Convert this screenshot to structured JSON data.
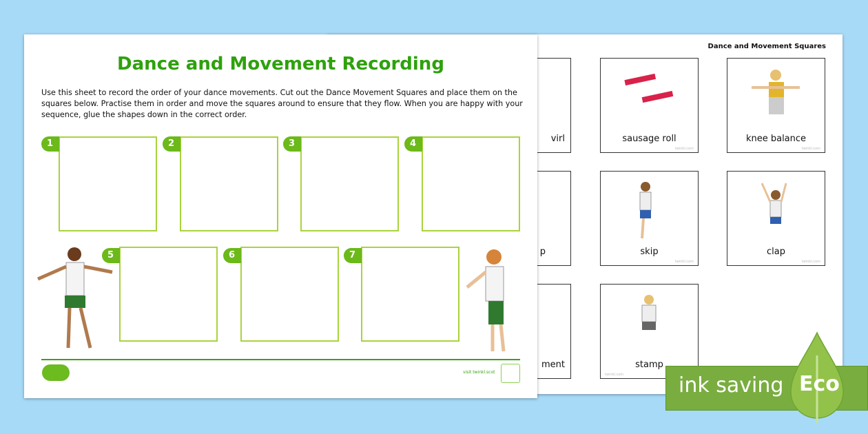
{
  "worksheet": {
    "title": "Dance and Movement Recording",
    "instructions": "Use this sheet to record the order of your dance movements. Cut out the Dance Movement Squares and place them on the squares below. Practise them in order and move the squares around to ensure that they flow. When you are happy with your sequence, glue the shapes down in the correct order.",
    "squares": [
      "1",
      "2",
      "3",
      "4",
      "5",
      "6",
      "7"
    ],
    "footer_link": "visit twinkl.scot",
    "logo": "twinkl"
  },
  "squares_sheet": {
    "title": "Dance and Movement Squares",
    "cards": [
      {
        "label": "virl",
        "partial": true
      },
      {
        "label": "sausage roll"
      },
      {
        "label": "knee balance"
      },
      {
        "label": "p",
        "partial": true
      },
      {
        "label": "skip"
      },
      {
        "label": "clap"
      },
      {
        "label": "ment",
        "partial": true
      },
      {
        "label": "stamp"
      }
    ],
    "watermark": "twinkl.com"
  },
  "eco_banner": {
    "text": "ink saving",
    "badge": "Eco"
  },
  "colors": {
    "background": "#a7daf7",
    "title_green": "#2ea10c",
    "box_border": "#a9d33c",
    "banner": "#79ad40"
  }
}
